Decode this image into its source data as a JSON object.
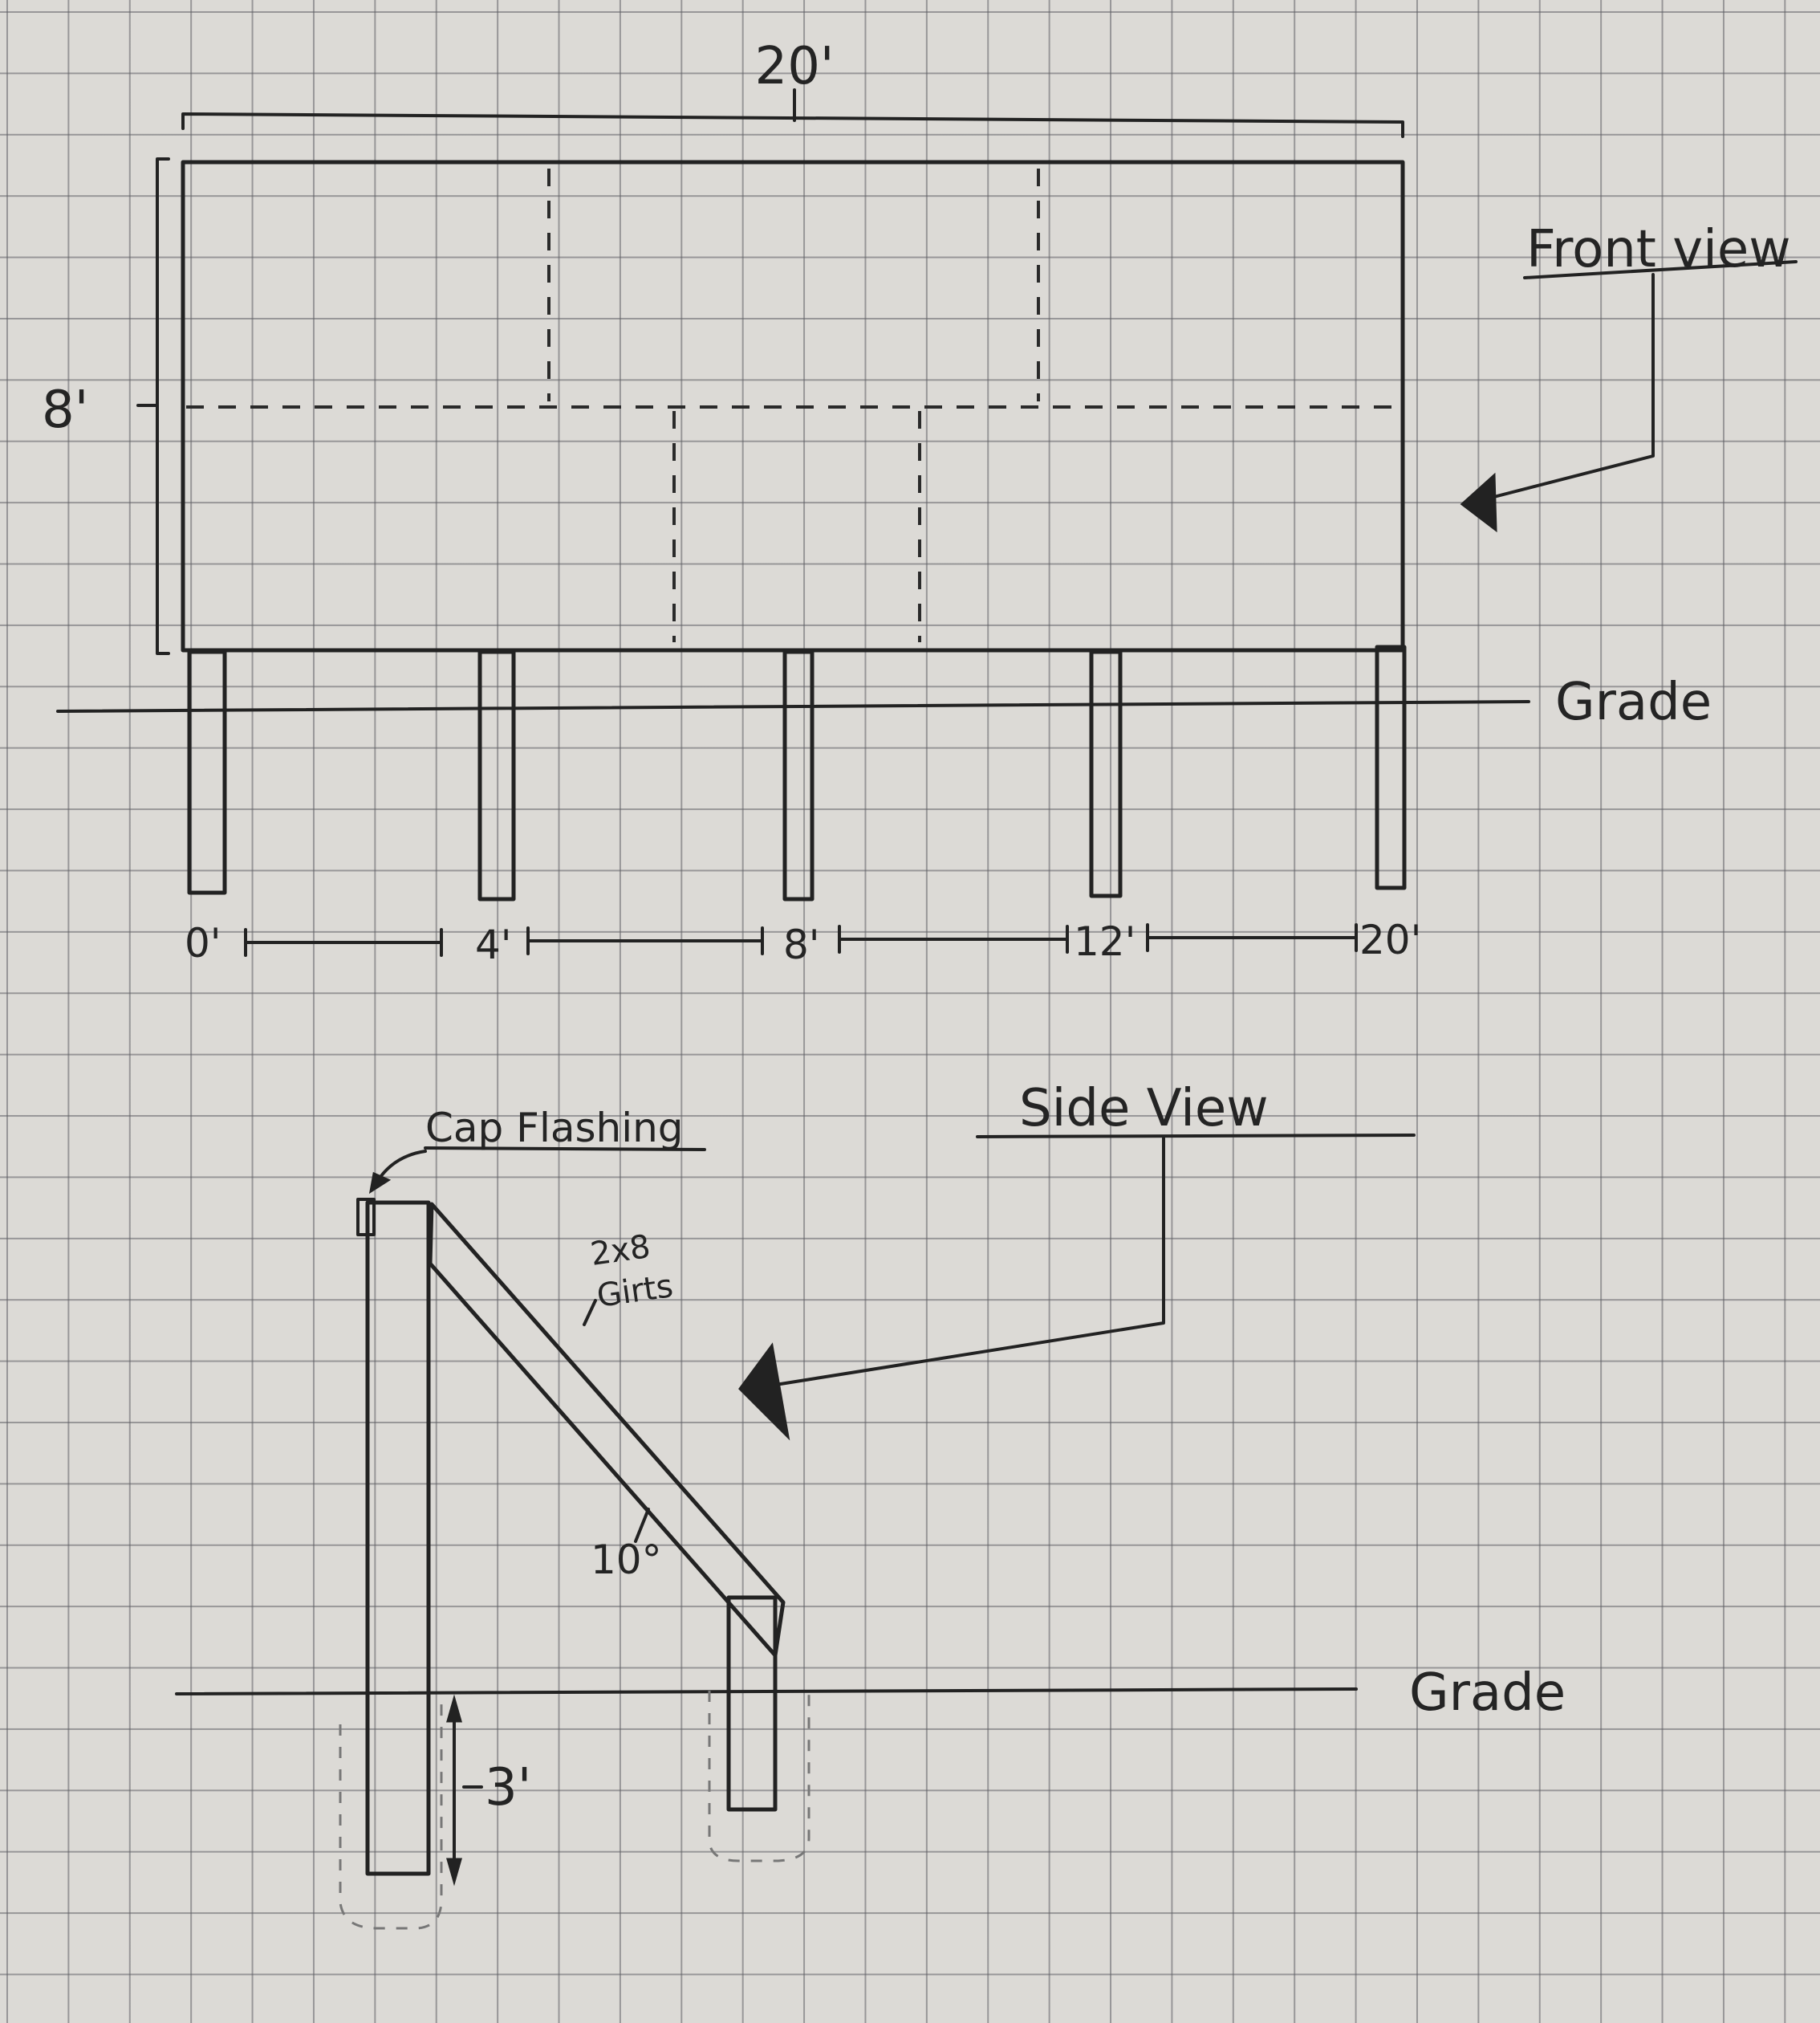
{
  "front_view": {
    "title": "Front view",
    "width_dimension": "20'",
    "height_dimension": "8'",
    "grade_label": "Grade",
    "post_spacing_labels": [
      "0'",
      "4'",
      "8'",
      "12'",
      "20'"
    ]
  },
  "side_view": {
    "title": "Side View",
    "cap_flashing_label": "Cap Flashing",
    "girts_label_line1": "2x8",
    "girts_label_line2": "Girts",
    "angle_label": "10°",
    "depth_dimension": "3'",
    "grade_label": "Grade"
  }
}
